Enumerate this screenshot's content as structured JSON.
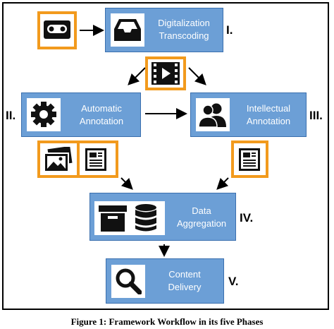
{
  "phases": [
    {
      "numeral": "I.",
      "lines": [
        "Digitalization",
        "Transcoding"
      ],
      "icon": "tray-icon"
    },
    {
      "numeral": "II.",
      "lines": [
        "Automatic",
        "Annotation"
      ],
      "icon": "gear-icon"
    },
    {
      "numeral": "III.",
      "lines": [
        "Intellectual",
        "Annotation"
      ],
      "icon": "users-icon"
    },
    {
      "numeral": "IV.",
      "lines": [
        "Data",
        "Aggregation"
      ],
      "icon": "archive-box-icon"
    },
    {
      "numeral": "V.",
      "lines": [
        "Content",
        "Delivery"
      ],
      "icon": "search-icon"
    }
  ],
  "artifacts": [
    "cassette-icon",
    "video-file-icon",
    "images-icon",
    "document-icon",
    "document-icon",
    "database-icon"
  ],
  "caption": "Figure 1: Framework Workflow in its five Phases",
  "colors": {
    "box": "#6c9fd6",
    "highlight": "#f29a1d"
  }
}
